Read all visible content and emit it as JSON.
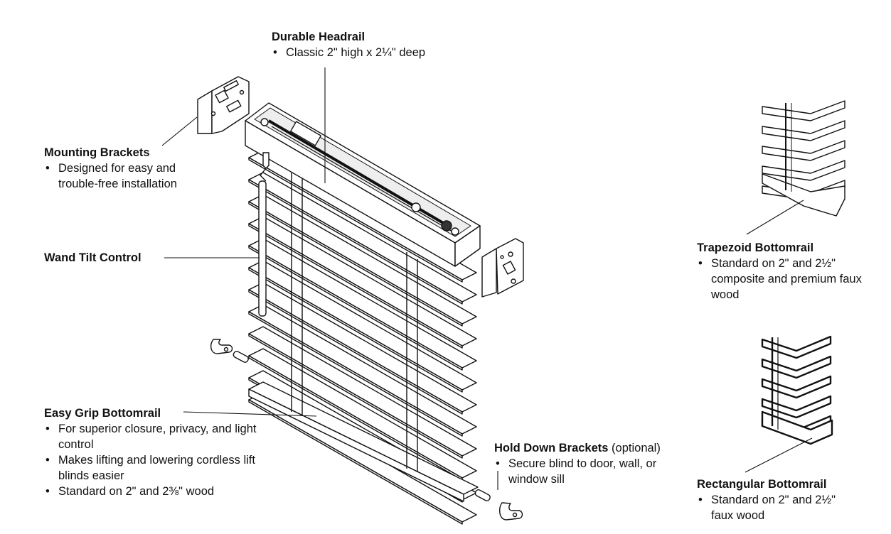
{
  "labels": {
    "headrail": {
      "title": "Durable Headrail",
      "bullets": [
        "Classic 2\" high x 2¼\" deep"
      ]
    },
    "brackets": {
      "title": "Mounting Brackets",
      "bullets": [
        "Designed for easy and trouble-free installation"
      ]
    },
    "wand": {
      "title": "Wand Tilt Control"
    },
    "bottomrail": {
      "title": "Easy Grip Bottomrail",
      "bullets": [
        "For superior closure, privacy, and light control",
        "Makes lifting and lowering cordless lift blinds easier",
        "Standard on 2\" and 2⅜\" wood"
      ]
    },
    "holddown": {
      "title": "Hold Down Brackets",
      "note": "(optional)",
      "bullets": [
        "Secure blind to door, wall, or window sill"
      ]
    },
    "trapezoid": {
      "title": "Trapezoid Bottomrail",
      "bullets": [
        "Standard on 2\" and 2½\" composite and premium faux wood"
      ]
    },
    "rectangular": {
      "title": "Rectangular Bottomrail",
      "bullets": [
        "Standard on 2\" and 2½\" faux wood"
      ]
    }
  },
  "colors": {
    "line": "#111111",
    "background": "#ffffff"
  }
}
